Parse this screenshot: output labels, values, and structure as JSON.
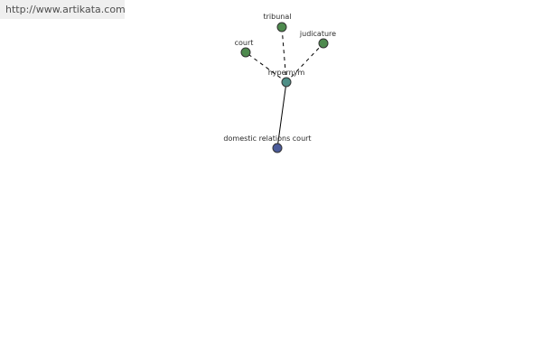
{
  "source": {
    "url": "http://www.artikata.com"
  },
  "diagram": {
    "center": {
      "label": "hypernym",
      "color": "#4e8e86"
    },
    "term": {
      "label": "domestic relations court",
      "color": "#4b5b9a"
    },
    "hypernyms": [
      {
        "label": "tribunal",
        "color": "#4e8a4e"
      },
      {
        "label": "judicature",
        "color": "#4e8a4e"
      },
      {
        "label": "court",
        "color": "#4e8a4e"
      }
    ]
  }
}
